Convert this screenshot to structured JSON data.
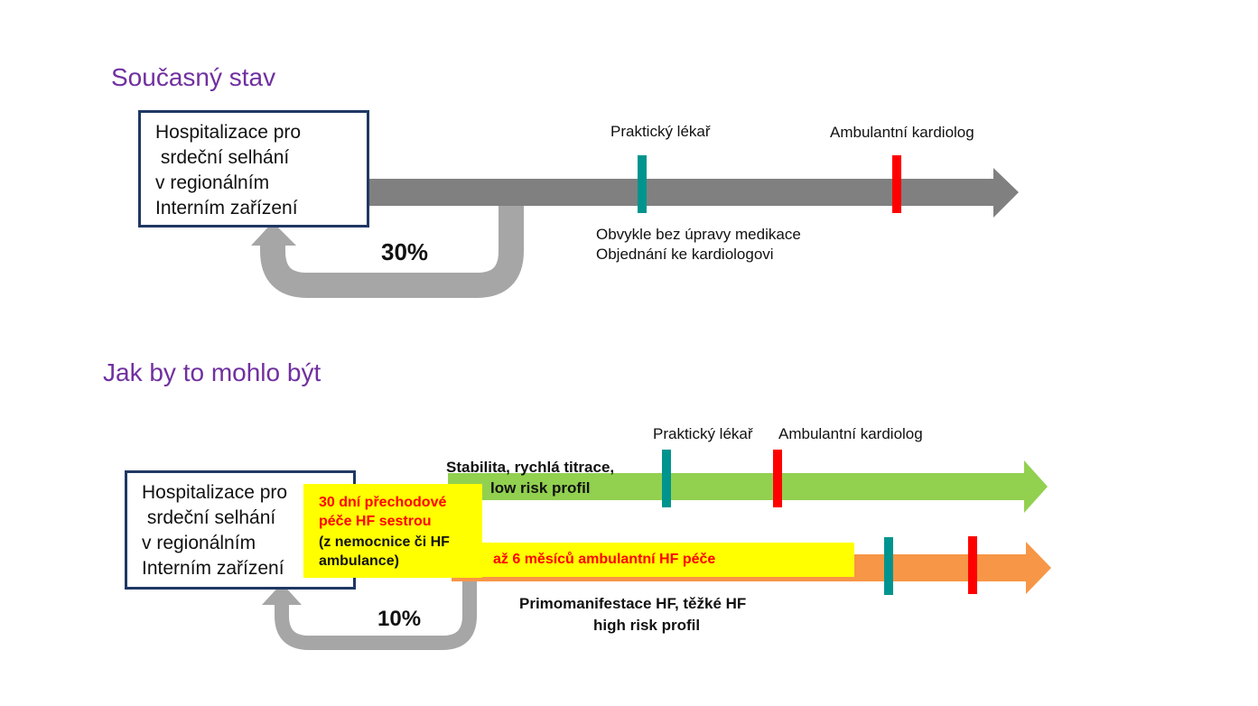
{
  "colors": {
    "heading": "#7030a0",
    "box_border": "#1f3864",
    "arrow_gray": "#808080",
    "return_gray": "#a6a6a6",
    "green": "#92d050",
    "orange": "#f79646",
    "yellow": "#ffff00",
    "red_text": "#ff0000",
    "teal_marker": "#00948e",
    "red_marker": "#ff0000"
  },
  "current": {
    "heading": "Současný stav",
    "hospital_lines": [
      "Hospitalizace pro",
      " srdeční selhání",
      "v regionálním",
      "Interním zařízení"
    ],
    "readmission": "30%",
    "marker_gp": "Praktický lékař",
    "marker_cardio": "Ambulantní kardiolog",
    "note_lines": [
      "Obvykle bez úpravy medikace",
      "Objednání ke kardiologovi"
    ]
  },
  "future": {
    "heading": "Jak by to mohlo být",
    "hospital_lines": [
      "Hospitalizace pro",
      " srdeční selhání",
      "v regionálním",
      "Interním zařízení"
    ],
    "readmission": "10%",
    "marker_gp": "Praktický lékař",
    "marker_cardio": "Ambulantní kardiolog",
    "low_risk_lines": [
      "Stabilita, rychlá titrace,",
      "low risk profil"
    ],
    "transition_red_lines": [
      "30 dní přechodové",
      "péče HF sestrou"
    ],
    "transition_black_lines": [
      "(z nemocnice či HF",
      "ambulance)"
    ],
    "ambulatory_care": "až 6 měsíců ambulantní HF péče",
    "high_risk_lines": [
      "Primomanifestace HF, těžké HF",
      "high risk profil"
    ]
  }
}
